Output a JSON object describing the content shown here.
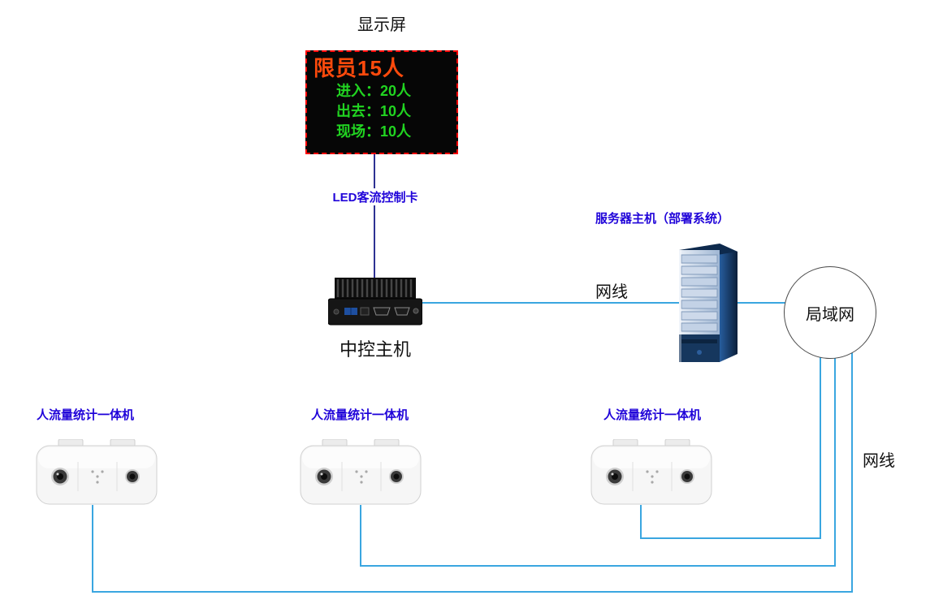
{
  "diagram": {
    "display_title": "显示屏",
    "led_display": {
      "limit_line": "限员15人",
      "rows": [
        "进入：20人",
        "出去：10人",
        "现场：10人"
      ]
    },
    "led_card_label": "LED客流控制卡",
    "central_host_label": "中控主机",
    "server_label": "服务器主机（部署系统）",
    "lan_label": "局域网",
    "cable_label_middle": "网线",
    "cable_label_right": "网线",
    "camera_labels": [
      "人流量统计一体机",
      "人流量统计一体机",
      "人流量统计一体机"
    ]
  },
  "colors": {
    "label_blue": "#2004d9",
    "cable_cyan": "#3aa6e0",
    "led_connector_navy": "#2e3192",
    "led_border_red": "#ff0000",
    "led_text_red": "#ff4a0c",
    "led_text_green": "#21d421"
  }
}
